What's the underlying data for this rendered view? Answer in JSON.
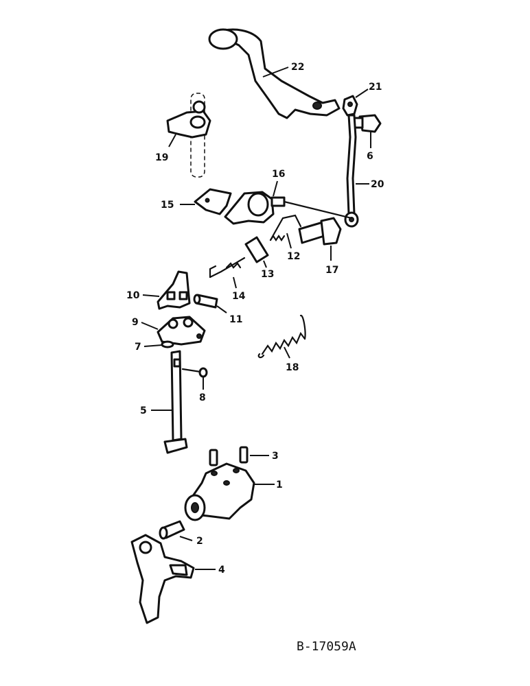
{
  "figure": {
    "code": "B-17059A"
  },
  "callouts": [
    "1",
    "2",
    "3",
    "4",
    "5",
    "6",
    "7",
    "8",
    "9",
    "10",
    "11",
    "12",
    "13",
    "14",
    "15",
    "16",
    "17",
    "18",
    "19",
    "20",
    "21",
    "22"
  ]
}
